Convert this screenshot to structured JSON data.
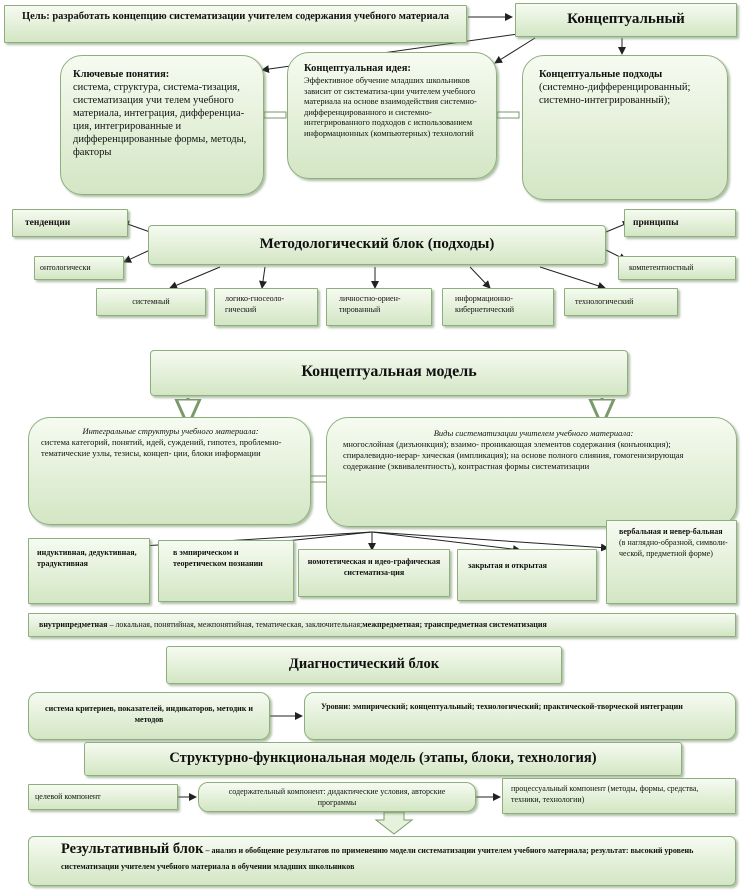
{
  "goal": "Цель: разработать концепцию систематизации учителем содержания учебного материала",
  "conceptual": "Концептуальный",
  "key_concepts": {
    "title": "Ключевые понятия:",
    "text": "система, структура, система-тизация, систематизация учи телем учебного материала, интеграция, дифференциа-ция, интегрированные и дифференцированные формы, методы, факторы"
  },
  "conceptual_idea": {
    "title": "Концептуальная идея:",
    "text": "Эффективное обучение младших школьников зависит от систематиза-ции учителем учебного материала на основе взаимодействия системно-дифференцированного и системно-интегрированного подходов с использованием информационных (компьютерных) технологий"
  },
  "conceptual_approaches": {
    "title": "Концептуальные подходы",
    "text": "(системно-дифференцированный; системно-интегрированный);"
  },
  "tendencies": "тенденции",
  "principles": "принципы",
  "methodological_block": "Методологический блок (подходы)",
  "ontological": "онтологически",
  "competence": "компетентностный",
  "approaches": [
    "системный",
    "логико-гносеоло-гический",
    "личностно-ориен-тированный",
    "информационно-кибернетический",
    "технологический"
  ],
  "conceptual_model": "Концептуальная модель",
  "integral_structures": {
    "title": "Интегральные структуры учебного материала:",
    "text": "система категорий, понятий, идей, суждений, гипотез, проблемно-тематические узлы, тезисы, концеп- ции, блоки информации"
  },
  "systematization_types": {
    "title": "Виды систематизации учителем учебного материала:",
    "text": "многослойная (дизъюнкция); взаимо- проникающая элементов содержания (конъюнкция); спиралевидно-иерар- хическая (импликация); на основе полного слияния, гомогенизирующая содержание (эквивалентность), контрастная формы систематизации"
  },
  "types_row": [
    "индуктивная, дедуктивная, традуктивная",
    "в эмпирическом и теоретическом познании",
    "номотетическая и идео-графическая систематиза-ция",
    "закрытая и открытая"
  ],
  "verbal": {
    "bold": "вербальная и невер-бальная",
    "text": "(в наглядно-образной, символи-ческой, предметной форме)"
  },
  "subject_line": {
    "b1": "внутрипредметная",
    "t1": " – локальная, понятийная, межпонятийная, тематическая, заключительная;",
    "b2": "межпредметная; транспредметная систематизация",
    "t2": ""
  },
  "diagnostic_block": "Диагностический блок",
  "criteria": "система критериев, показателей, индикаторов, методик и методов",
  "levels": "Уровни: эмпирический; концептуальный; технологический; практической-творческой интеграции",
  "structural_model": "Структурно-функциональная модель (этапы, блоки, технология)",
  "target_component": "целевой компонент",
  "content_component": "содержательный компонент: дидактические условия, авторские программы",
  "process_component": "процессуальный компонент (методы, формы, средства, техники, технологии)",
  "result": {
    "title": "Результативный блок",
    "dash": " – ",
    "text1": "анализ и обобщение результатов по применению модели систематизации учителем учебного материала; результат: высокий уровень систематизации учителем учебного материала в обучении младших школьников"
  },
  "colors": {
    "box_border": "#8fae7f",
    "box_fill_top": "#f6fbf1",
    "box_fill_bottom": "#d3e6c4",
    "arrow": "#222222"
  }
}
